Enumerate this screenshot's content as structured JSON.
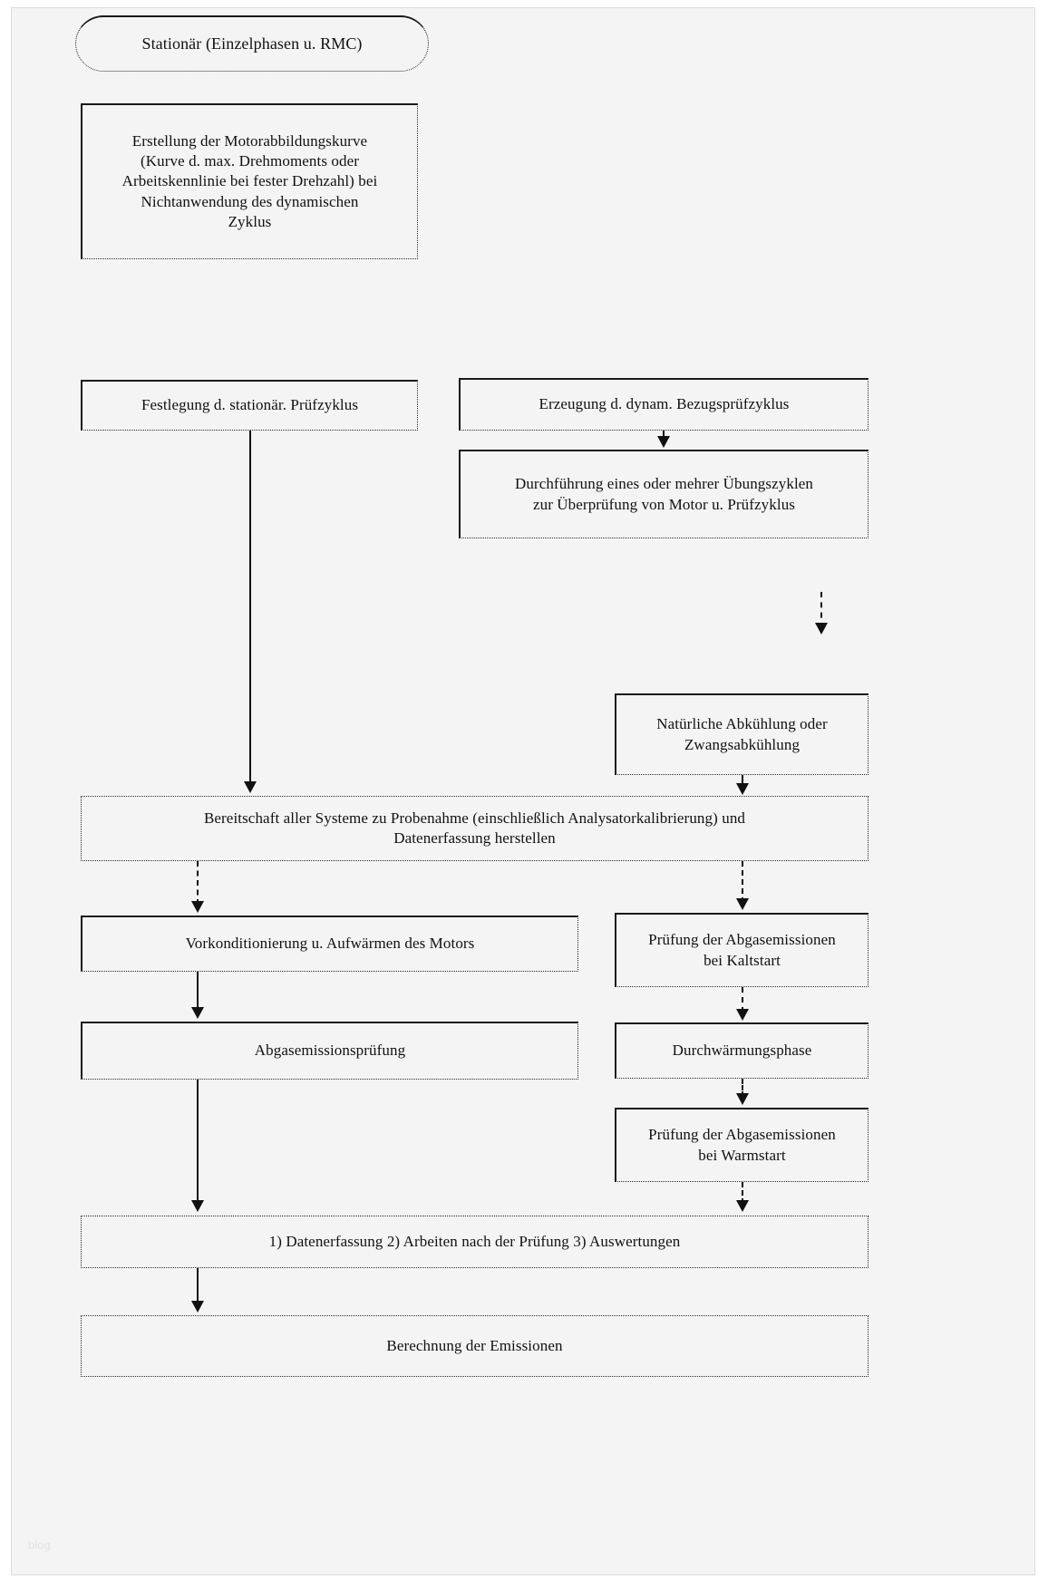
{
  "diagram": {
    "title": "Stationär (Einzelphasen u. RMC)",
    "watermark": "blog",
    "colors": {
      "background": "#f4f4f4",
      "page": "#ffffff",
      "border": "#2b2b2b",
      "text": "#111111",
      "connector": "#111111"
    },
    "nodes": [
      {
        "id": "start",
        "label": "Stationär (Einzelphasen u. RMC)",
        "shape": "rounded-rect"
      },
      {
        "id": "motorabbildungskurve",
        "label": "Erstellung der Motorabbildungskurve\n(Kurve d. max. Drehmoments oder\nArbeitskennlinie bei fester Drehzahl) bei\nNichtanwendung des dynamischen\nZyklus",
        "shape": "rect"
      },
      {
        "id": "festlegung-stationaer",
        "label": "Festlegung d. stationär. Prüfzyklus",
        "shape": "rect"
      },
      {
        "id": "erzeugung-dynam",
        "label": "Erzeugung d. dynam. Bezugsprüfzyklus",
        "shape": "rect"
      },
      {
        "id": "durchfuehrung-uebungszyklen",
        "label": "Durchführung eines oder mehrer Übungszyklen\nzur Überprüfung von Motor u. Prüfzyklus",
        "shape": "rect"
      },
      {
        "id": "abkuehlung",
        "label": "Natürliche Abkühlung oder\nZwangsabkühlung",
        "shape": "rect"
      },
      {
        "id": "bereitschaft",
        "label": "Bereitschaft aller Systeme zu Probenahme (einschließlich Analysatorkalibrierung) und\nDatenerfassung herstellen",
        "shape": "rect"
      },
      {
        "id": "vorkonditionierung",
        "label": "Vorkonditionierung u. Aufwärmen des Motors",
        "shape": "rect"
      },
      {
        "id": "pruefung-kaltstart",
        "label": "Prüfung der Abgasemissionen\nbei Kaltstart",
        "shape": "rect"
      },
      {
        "id": "abgasemissionspruefung",
        "label": "Abgasemissionsprüfung",
        "shape": "rect"
      },
      {
        "id": "durchwaermungsphase",
        "label": "Durchwärmungsphase",
        "shape": "rect"
      },
      {
        "id": "pruefung-warmstart",
        "label": "Prüfung der Abgasemissionen\nbei Warmstart",
        "shape": "rect"
      },
      {
        "id": "datenerfassung",
        "label": "1) Datenerfassung 2) Arbeiten nach der Prüfung 3) Auswertungen",
        "shape": "rect"
      },
      {
        "id": "berechnung",
        "label": "Berechnung der Emissionen",
        "shape": "rect"
      }
    ],
    "edges": [
      {
        "id": "e1",
        "from": "festlegung-stationaer",
        "to": "bereitschaft",
        "style": "solid-arrow"
      },
      {
        "id": "e2",
        "from": "erzeugung-dynam",
        "to": "durchfuehrung-uebungszyklen",
        "style": "solid-arrow"
      },
      {
        "id": "e3",
        "from": "durchfuehrung-uebungszyklen",
        "to": "abkuehlung",
        "style": "dashed-arrow"
      },
      {
        "id": "e4",
        "from": "abkuehlung",
        "to": "bereitschaft",
        "style": "solid-arrow"
      },
      {
        "id": "e5",
        "from": "bereitschaft",
        "to": "vorkonditionierung",
        "style": "solid-arrow"
      },
      {
        "id": "e6",
        "from": "bereitschaft",
        "to": "pruefung-kaltstart",
        "style": "solid-arrow"
      },
      {
        "id": "e7",
        "from": "vorkonditionierung",
        "to": "abgasemissionspruefung",
        "style": "solid-arrow"
      },
      {
        "id": "e8",
        "from": "pruefung-kaltstart",
        "to": "durchwaermungsphase",
        "style": "solid-arrow"
      },
      {
        "id": "e9",
        "from": "durchwaermungsphase",
        "to": "pruefung-warmstart",
        "style": "solid-arrow"
      },
      {
        "id": "e10",
        "from": "abgasemissionspruefung",
        "to": "datenerfassung",
        "style": "solid-arrow"
      },
      {
        "id": "e11",
        "from": "pruefung-warmstart",
        "to": "datenerfassung",
        "style": "solid-arrow"
      },
      {
        "id": "e12",
        "from": "datenerfassung",
        "to": "berechnung",
        "style": "solid-arrow"
      }
    ]
  }
}
